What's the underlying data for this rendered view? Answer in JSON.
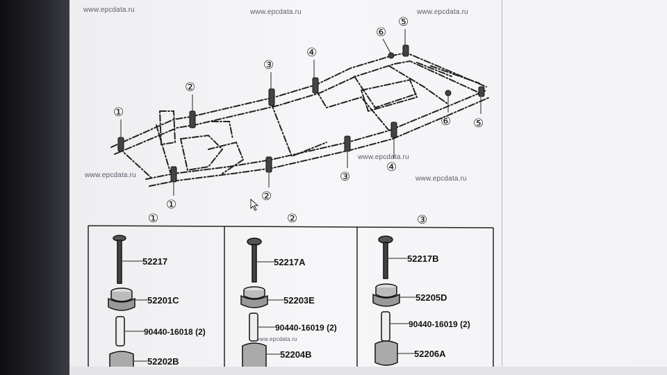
{
  "watermarks": [
    "www.epcdata.ru",
    "www.epcdata.ru",
    "www.epcdata.ru",
    "www.epcdata.ru",
    "www.epcdata.ru",
    "www.epcdata.ru",
    "www.epcdata.ru"
  ],
  "frame_callouts": {
    "n1": "①",
    "n2": "②",
    "n3": "③",
    "n4": "④",
    "n5": "⑤",
    "n6": "⑥"
  },
  "mount_groups": [
    {
      "callout": "①",
      "parts": [
        "52217",
        "52201C",
        "90440-16018 (2)",
        "52202B"
      ]
    },
    {
      "callout": "②",
      "parts": [
        "52217A",
        "52203E",
        "90440-16019 (2)",
        "52204B"
      ]
    },
    {
      "callout": "③",
      "parts": [
        "52217B",
        "52205D",
        "90440-16019 (2)",
        "52206A"
      ]
    }
  ]
}
